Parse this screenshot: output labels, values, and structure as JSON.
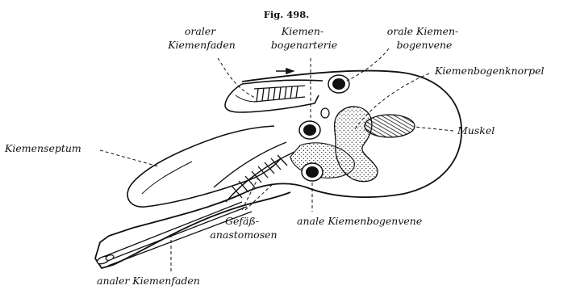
{
  "figure": {
    "title": "Fig. 498.",
    "labels": {
      "oraler_kiemenfaden": [
        "oraler",
        "Kiemenfaden"
      ],
      "kiemenbogenarterie": [
        "Kiemen-",
        "bogenarterie"
      ],
      "orale_kiemenbogenvene": [
        "orale Kiemen-",
        "bogenvene"
      ],
      "kiemenbogenknorpel": "Kiemenbogenknorpel",
      "muskel": "Muskel",
      "kiemenseptum": "Kiemenseptum",
      "gefaess_anastomosen": [
        "Gefäß-",
        "anastomosen"
      ],
      "anale_kiemenbogenvene": "anale Kiemenbogenvene",
      "analer_kiemenfaden": "analer Kiemenfaden"
    }
  }
}
